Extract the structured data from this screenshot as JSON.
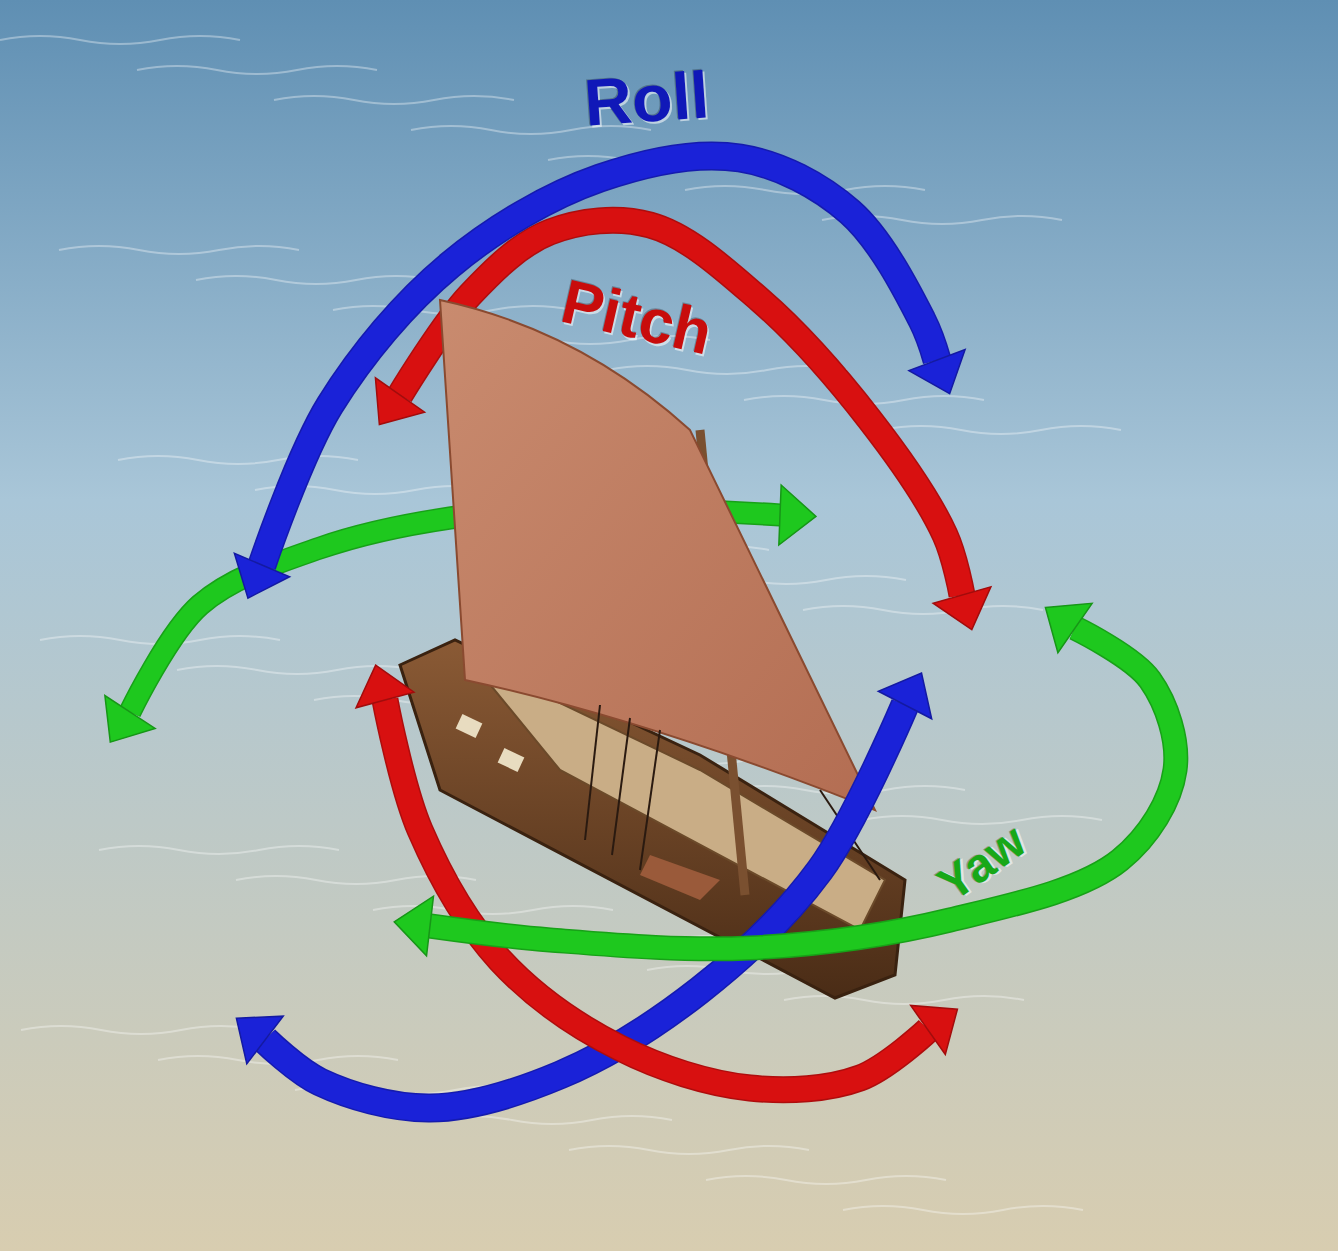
{
  "diagram": {
    "labels": [
      "Roll",
      "Pitch",
      "Yaw"
    ]
  }
}
